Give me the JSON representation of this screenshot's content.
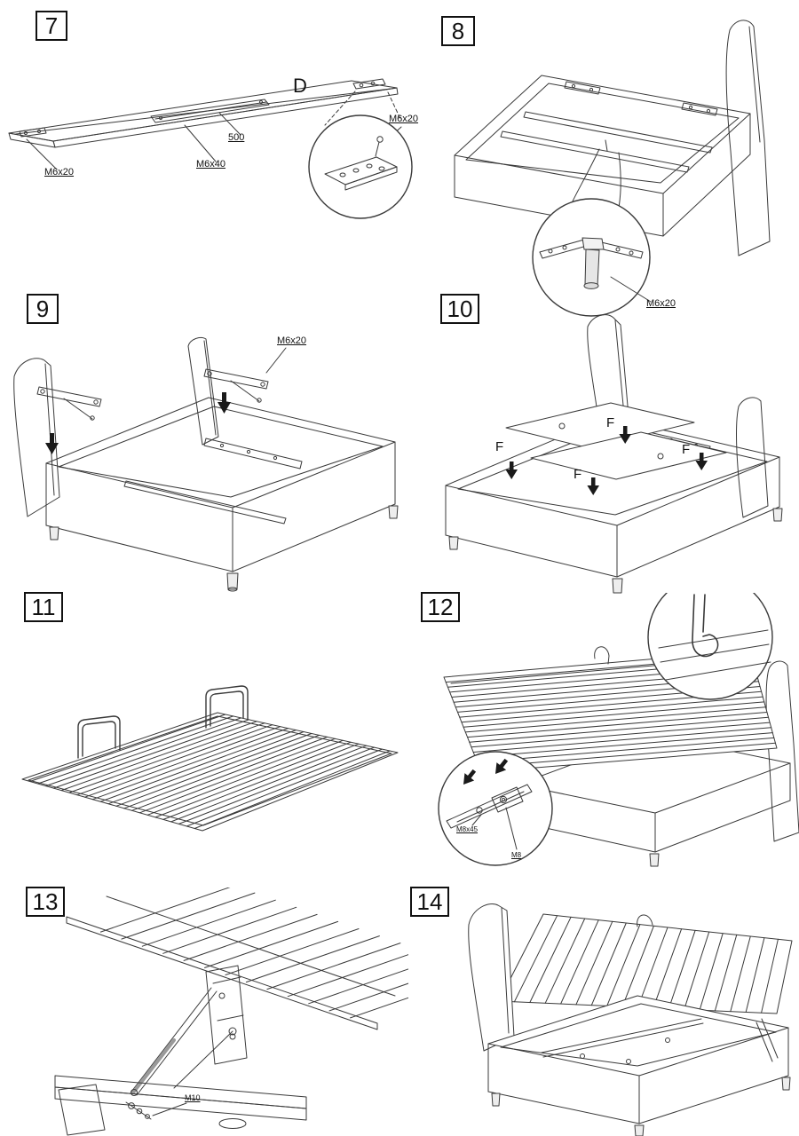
{
  "document": {
    "type": "furniture-assembly-instructions",
    "page_background": "#ffffff",
    "line_color": "#3a3a3a"
  },
  "steps": {
    "s7": {
      "number": "7",
      "part_label": "D",
      "dimension": "500",
      "hardware_left": "M6x20",
      "hardware_middle": "M6x40",
      "hardware_detail": "M6x20"
    },
    "s8": {
      "number": "8",
      "hardware_detail": "M6x20"
    },
    "s9": {
      "number": "9",
      "hardware": "M6x20"
    },
    "s10": {
      "number": "10",
      "panel_label": "F"
    },
    "s11": {
      "number": "11"
    },
    "s12": {
      "number": "12",
      "hardware_bolt": "M8x45",
      "hardware_nut": "M8"
    },
    "s13": {
      "number": "13",
      "hardware_nut": "M10"
    },
    "s14": {
      "number": "14"
    }
  }
}
